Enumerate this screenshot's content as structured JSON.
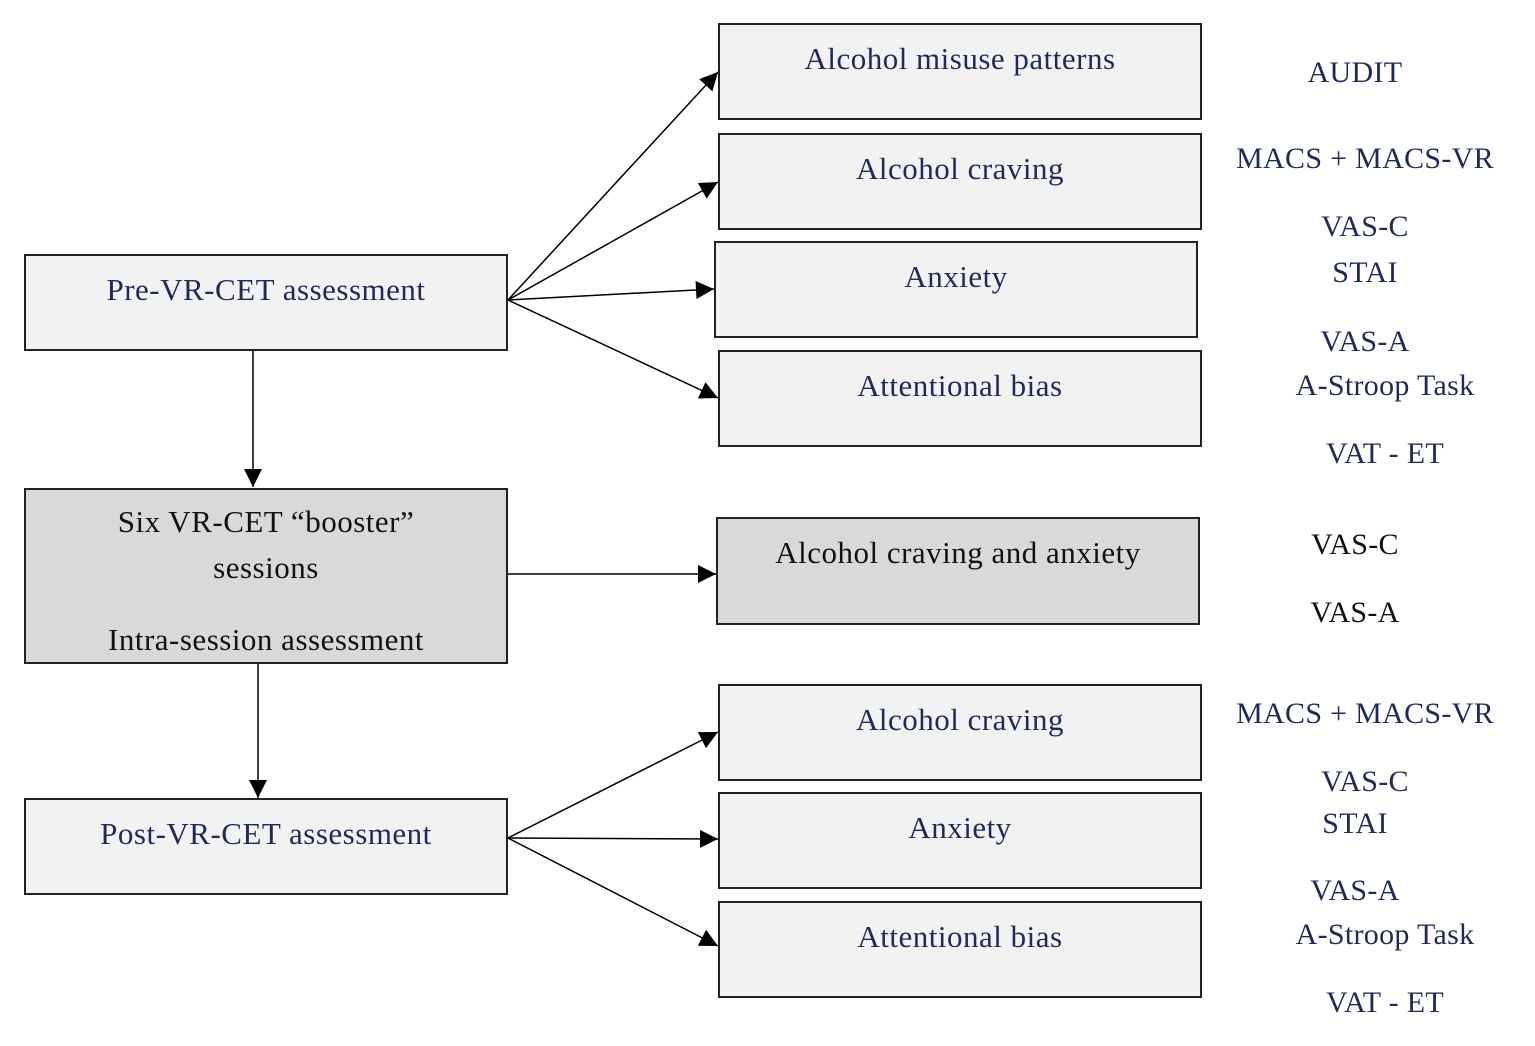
{
  "pre": {
    "title": "Pre-VR-CET assessment",
    "boxes": [
      "Alcohol misuse patterns",
      "Alcohol craving",
      "Anxiety",
      "Attentional bias"
    ]
  },
  "booster": {
    "line1": "Six VR-CET “booster”",
    "line2": "sessions",
    "line3": "Intra-session assessment",
    "box": "Alcohol craving and anxiety"
  },
  "post": {
    "title": "Post-VR-CET assessment",
    "boxes": [
      "Alcohol craving",
      "Anxiety",
      "Attentional bias"
    ]
  },
  "measures": {
    "pre": [
      "AUDIT",
      "MACS + MACS-VR",
      "VAS-C",
      "STAI",
      "VAS-A",
      "A-Stroop Task",
      "VAT - ET"
    ],
    "booster": [
      "VAS-C",
      "VAS-A"
    ],
    "post": [
      "MACS + MACS-VR",
      "VAS-C",
      "STAI",
      "VAS-A",
      "A-Stroop Task",
      "VAT - ET"
    ]
  },
  "colors": {
    "navy_text": "#1f2a5a",
    "light_box": "#f2f2f2",
    "dark_box": "#d9d9d9"
  }
}
